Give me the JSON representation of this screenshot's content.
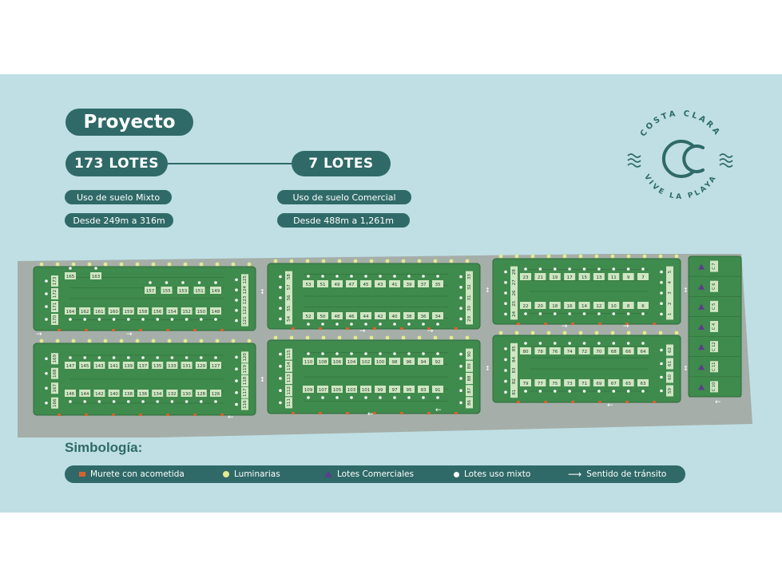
{
  "header": {
    "title": "Proyecto",
    "mixed_count": "173 LOTES",
    "commercial_count": "7 LOTES",
    "mixed_use": "Uso de suelo Mixto",
    "mixed_range": "Desde 249m a 316m",
    "commercial_use": "Uso de suelo Comercial",
    "commercial_range": "Desde 488m a 1,261m"
  },
  "logo": {
    "top_text": "COSTA CLARA",
    "bottom_text": "VIVE LA PLAYA",
    "icon": "cc-wave-logo"
  },
  "colors": {
    "accent": "#2f6a68",
    "lot": "#3f8a4d",
    "road": "#a5aea8",
    "background": "#bfdfe5",
    "murete": "#d6622f",
    "luminaria": "#e4eb90",
    "comercial": "#5e3c8e"
  },
  "map": {
    "blocks": [
      {
        "id": "A-top",
        "rows": [
          {
            "lots": [
              "165",
              "163"
            ],
            "side": "top"
          },
          {
            "lots": [
              "157",
              "155",
              "153",
              "151",
              "149"
            ],
            "side": "top"
          },
          {
            "lots": [
              "164",
              "162",
              "161",
              "160",
              "159",
              "158",
              "156",
              "154",
              "152",
              "150",
              "148"
            ],
            "side": "bottom"
          }
        ],
        "left": [
          "173",
          "172",
          "171",
          "170"
        ],
        "right": [
          "125",
          "124",
          "123",
          "122",
          "121"
        ]
      },
      {
        "id": "A-bottom",
        "rows": [
          {
            "lots": [
              "147",
              "145",
              "143",
              "141",
              "139",
              "137",
              "135",
              "133",
              "131",
              "129",
              "127"
            ],
            "side": "top"
          },
          {
            "lots": [
              "146",
              "144",
              "142",
              "140",
              "138",
              "136",
              "134",
              "132",
              "130",
              "128",
              "126"
            ],
            "side": "bottom"
          }
        ],
        "left": [
          "169",
          "168",
          "167",
          "166"
        ],
        "right": [
          "120",
          "119",
          "118",
          "117",
          "116"
        ]
      },
      {
        "id": "B-top",
        "rows": [
          {
            "lots": [
              "53",
              "51",
              "49",
              "47",
              "45",
              "43",
              "41",
              "39",
              "37",
              "35"
            ],
            "side": "top"
          },
          {
            "lots": [
              "52",
              "50",
              "48",
              "46",
              "44",
              "42",
              "40",
              "38",
              "36",
              "34"
            ],
            "side": "bottom"
          }
        ],
        "left": [
          "58",
          "57",
          "56",
          "55",
          "54"
        ],
        "right": [
          "33",
          "32",
          "31",
          "30",
          "29"
        ]
      },
      {
        "id": "B-bottom",
        "rows": [
          {
            "lots": [
              "110",
              "108",
              "106",
              "104",
              "102",
              "100",
              "98",
              "96",
              "94",
              "92"
            ],
            "side": "top"
          },
          {
            "lots": [
              "109",
              "107",
              "105",
              "103",
              "101",
              "99",
              "97",
              "95",
              "93",
              "91"
            ],
            "side": "bottom"
          }
        ],
        "left": [
          "115",
          "114",
          "113",
          "112",
          "111"
        ],
        "right": [
          "90",
          "89",
          "88",
          "87",
          "86"
        ]
      },
      {
        "id": "C-top",
        "rows": [
          {
            "lots": [
              "23",
              "21",
              "19",
              "17",
              "15",
              "13",
              "11",
              "9",
              "7"
            ],
            "side": "top"
          },
          {
            "lots": [
              "22",
              "20",
              "18",
              "16",
              "14",
              "12",
              "10",
              "8",
              "6"
            ],
            "side": "bottom"
          }
        ],
        "left": [
          "28",
          "27",
          "26",
          "25",
          "24"
        ],
        "right": [
          "5",
          "4",
          "3",
          "2",
          "1"
        ]
      },
      {
        "id": "C-bottom",
        "rows": [
          {
            "lots": [
              "80",
              "78",
              "76",
              "74",
              "72",
              "70",
              "68",
              "66",
              "64"
            ],
            "side": "top"
          },
          {
            "lots": [
              "79",
              "77",
              "75",
              "73",
              "71",
              "69",
              "67",
              "65",
              "63"
            ],
            "side": "bottom"
          }
        ],
        "left": [
          "85",
          "84",
          "83",
          "82",
          "81"
        ],
        "right": [
          "62",
          "61",
          "60",
          "59"
        ]
      }
    ],
    "commercial": [
      "C 7",
      "C 6",
      "C 5",
      "C 4",
      "C 12",
      "C 11",
      "C 10"
    ]
  },
  "legend": {
    "title": "Simbología:",
    "items": [
      {
        "icon": "murete-icon",
        "label": "Murete con acometida"
      },
      {
        "icon": "luminaria-icon",
        "label": "Luminarias"
      },
      {
        "icon": "comercial-icon",
        "label": "Lotes Comerciales"
      },
      {
        "icon": "mixto-icon",
        "label": "Lotes uso mixto"
      },
      {
        "icon": "arrow-icon",
        "label": "Sentido de tránsito"
      }
    ]
  }
}
